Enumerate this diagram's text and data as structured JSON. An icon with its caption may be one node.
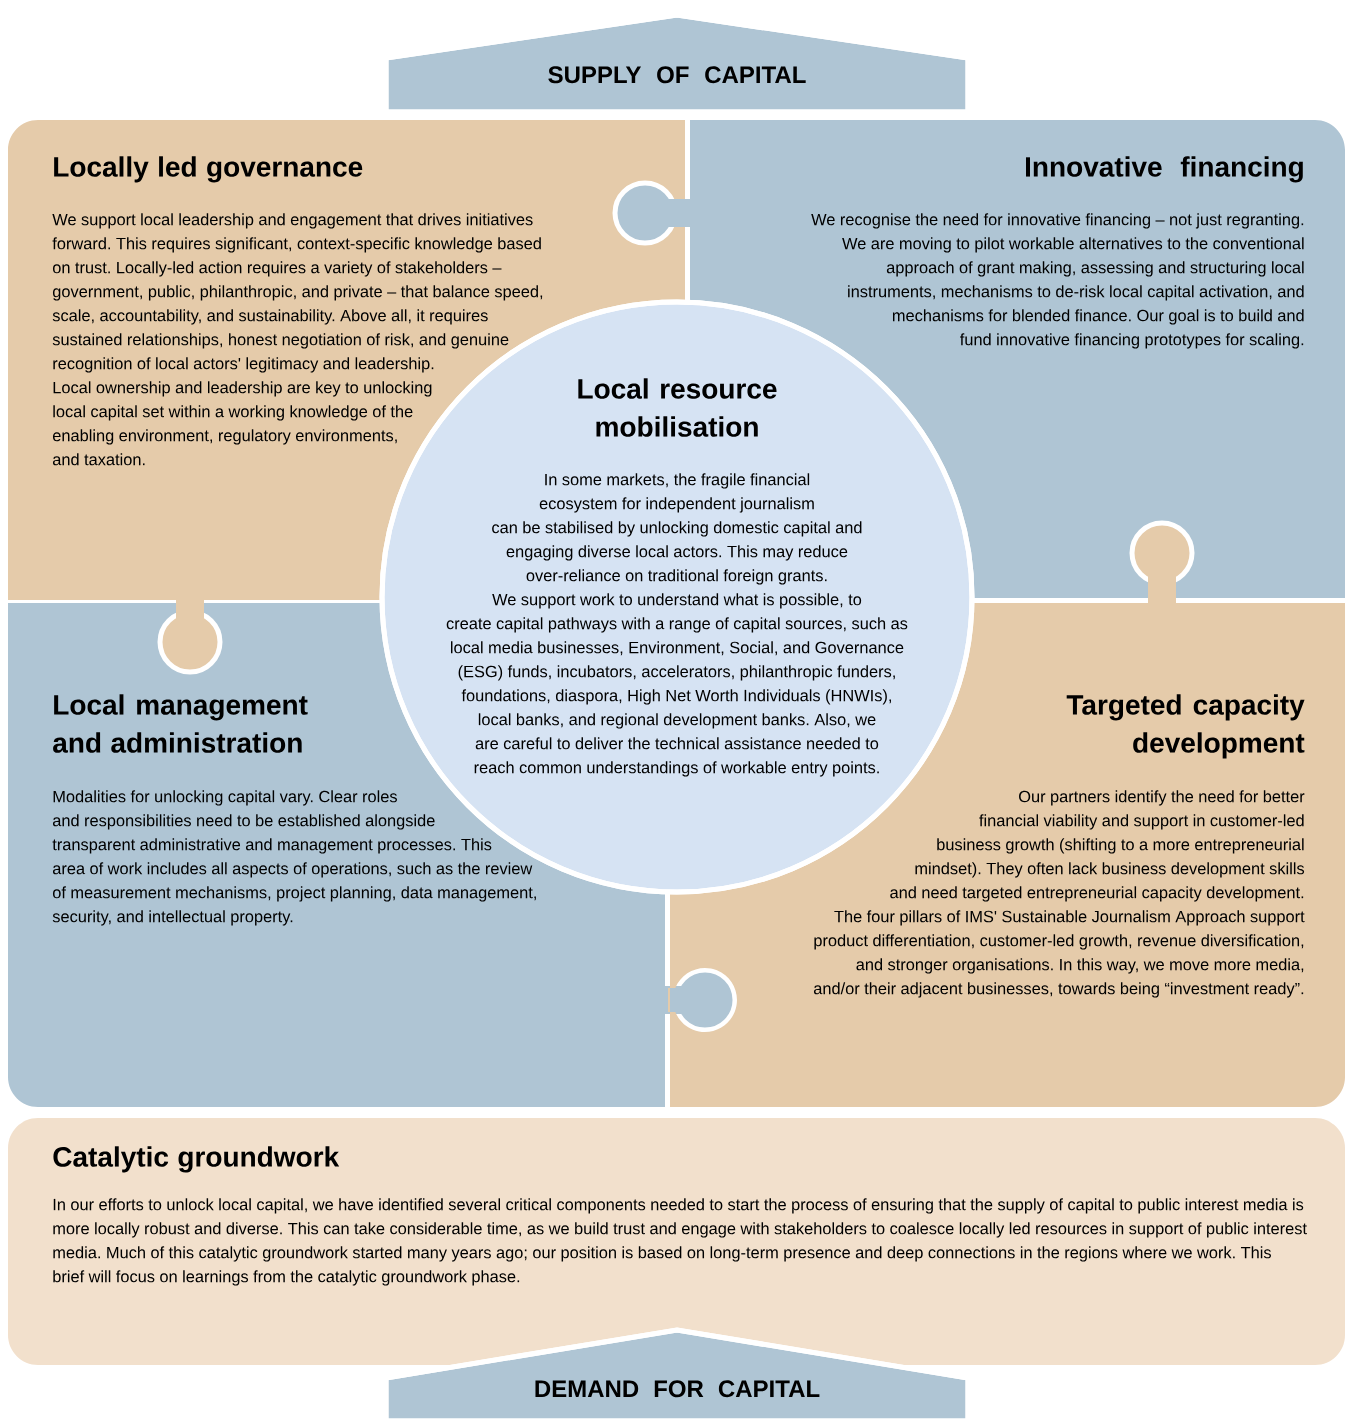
{
  "diagram": {
    "nodes": [
      {
        "text": [
          "SUPPLY OF CAPITAL"
        ]
      },
      {
        "text": [
          "Locally led governance",
          "We support local leadership and engagement that drives initiatives forward. This requires significant, context-specific knowledge based on trust. Locally-led action requires a variety of stakeholders – government, public, philanthropic, and private – that balance speed, scale, accountability, and sustainability. Above all, it requires sustained relationships, honest negotiation of risk, and genuine recognition of local actors' legitimacy and leadership. Local ownership and leadership are key to unlocking local capital set within a working knowledge of the enabling environment, regulatory environments, and taxation."
        ]
      },
      {
        "text": [
          "Innovative financing",
          "We recognise the need for innovative financing – not just regranting. We are moving to pilot workable alternatives to the conventional approach of grant making, assessing and structuring local instruments, mechanisms to de-risk local capital activation, and mechanisms for blended finance. Our goal is to build and fund innovative financing prototypes for scaling."
        ]
      },
      {
        "text": [
          "Local management and administration",
          "Modalities for unlocking capital vary. Clear roles and responsibilities need to be established alongside transparent administrative and management processes. This area of work includes all aspects of operations, such as the review of measurement mechanisms, project planning, data management, security, and intellectual property."
        ]
      },
      {
        "text": [
          "Targeted capacity development",
          "Our partners identify the need for better financial viability and support in customer-led business growth (shifting to a more entrepreneurial mindset). They often lack business development skills and need targeted entrepreneurial capacity development. The four pillars of IMS' Sustainable Journalism Approach support product differentiation, customer-led growth, revenue diversification, and stronger organisations. In this way, we move more media, and/or their adjacent businesses, towards being “investment ready”."
        ]
      },
      {
        "text": [
          "Local resource mobilisation",
          "In some markets, the fragile financial ecosystem for independent journalism can be stabilised by unlocking domestic capital and engaging diverse local actors. This may reduce over-reliance on traditional foreign grants.",
          "We support work to understand what is possible, to create capital pathways with a range of capital sources, such as local media businesses, Environment, Social, and Governance (ESG) funds, incubators, accelerators, philanthropic funders, foundations, diaspora, High Net Worth Individuals (HNWIs), local banks, and regional development banks. Also, we are careful to deliver the technical assistance needed to reach common understandings of workable entry points."
        ]
      },
      {
        "text": [
          "Catalytic groundwork",
          "In our efforts to unlock local capital, we have identified several critical components needed to start the process of ensuring that the supply of capital to public interest media is more locally robust and diverse. This can take considerable time, as we build trust and engage with stakeholders to coalesce locally led resources in support of public interest media. Much of this catalytic groundwork started many years ago; our position is based on long-term presence and deep connections in the regions where we work. This brief will focus on learnings from the catalytic groundwork phase."
        ]
      },
      {
        "text": [
          "DEMAND FOR CAPITAL"
        ]
      }
    ]
  }
}
